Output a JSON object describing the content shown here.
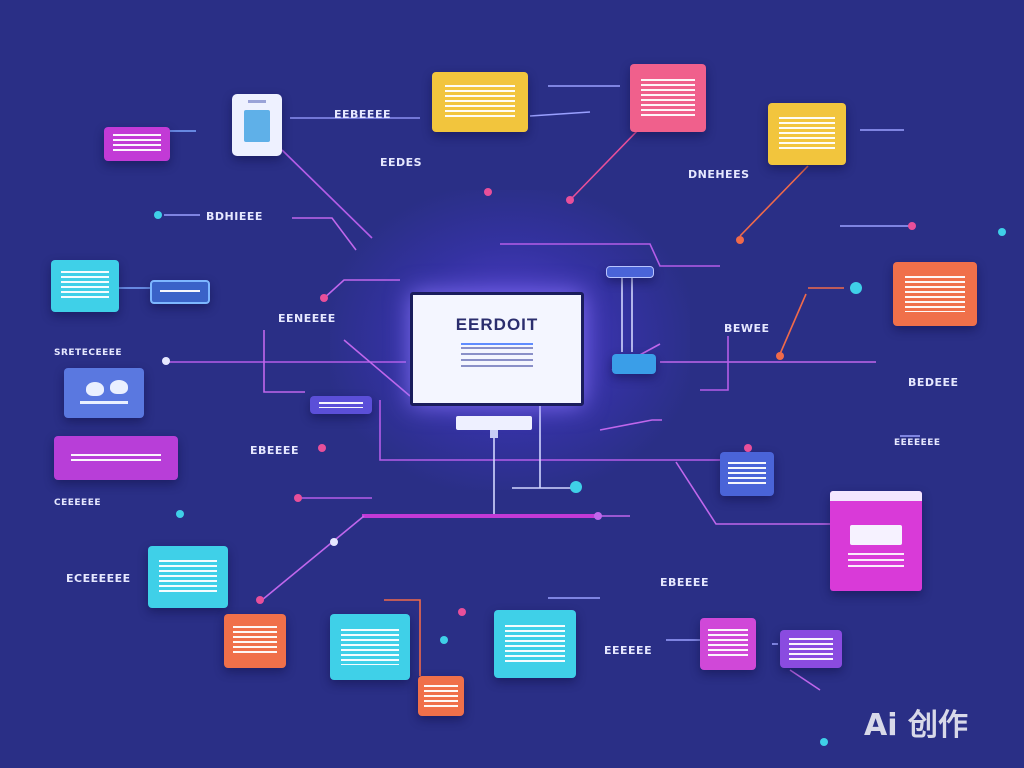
{
  "center": {
    "title": "EERDOIT"
  },
  "labels": [
    "EEBEEEE",
    "EEDES",
    "DNEHEES",
    "BDHIEEE",
    "EENEEEE",
    "BEWEE",
    "SRETECEEEE",
    "BEDEEE",
    "EEEEEEE",
    "EBEEEE",
    "CEEEEEE",
    "ECEEEEEE",
    "EBEEEE",
    "EEEEEE"
  ],
  "watermark": "Ai 创作",
  "colors": {
    "background": "#2a2f86",
    "purple": "#c23ad6",
    "yellow": "#f2c53d",
    "pink": "#f0608c",
    "cyan": "#3fd0e8",
    "orange": "#f0704a",
    "violet": "#8a4be0",
    "magenta": "#d93ad8",
    "blue": "#5a78e0"
  },
  "icons": [
    "phone-icon",
    "monitor-icon",
    "photo-icon",
    "browser-window-icon"
  ]
}
